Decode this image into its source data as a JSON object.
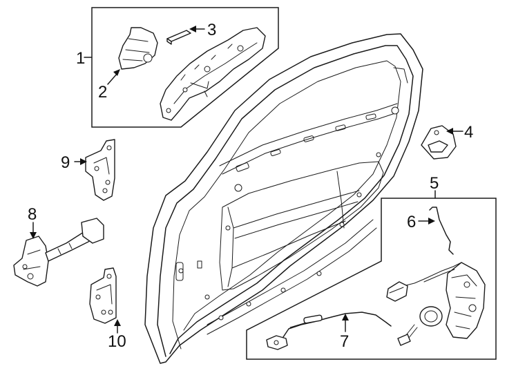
{
  "diagram": {
    "callouts": [
      {
        "id": "c1",
        "text": "1"
      },
      {
        "id": "c2",
        "text": "2"
      },
      {
        "id": "c3",
        "text": "3"
      },
      {
        "id": "c4",
        "text": "4"
      },
      {
        "id": "c5",
        "text": "5"
      },
      {
        "id": "c6",
        "text": "6"
      },
      {
        "id": "c7",
        "text": "7"
      },
      {
        "id": "c8",
        "text": "8"
      },
      {
        "id": "c9",
        "text": "9"
      },
      {
        "id": "c10",
        "text": "10"
      }
    ]
  }
}
